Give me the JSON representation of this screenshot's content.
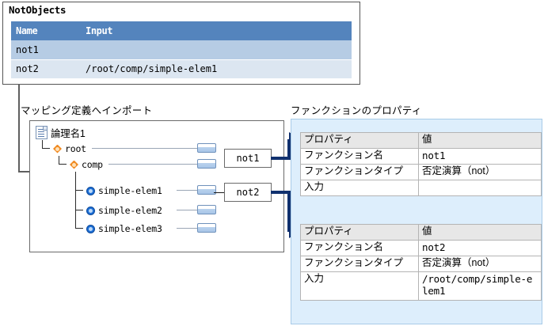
{
  "not_objects": {
    "title": "NotObjects",
    "columns": [
      "Name",
      "Input"
    ],
    "rows": [
      {
        "name": "not1",
        "input": ""
      },
      {
        "name": "not2",
        "input": "/root/comp/simple-elem1"
      }
    ]
  },
  "tree_section": {
    "caption": "マッピング定義へインポート",
    "root_label": "論理名1",
    "nodes": [
      {
        "label": "root",
        "icon": "orange-diamond-icon"
      },
      {
        "label": "comp",
        "icon": "orange-diamond-icon"
      },
      {
        "label": "simple-elem1",
        "icon": "blue-circle-icon"
      },
      {
        "label": "simple-elem2",
        "icon": "blue-circle-icon"
      },
      {
        "label": "simple-elem3",
        "icon": "blue-circle-icon"
      }
    ],
    "function_boxes": [
      "not1",
      "not2"
    ]
  },
  "properties_section": {
    "caption": "ファンクションのプロパティ",
    "tables": [
      {
        "header": {
          "key": "プロパティ",
          "value": "値"
        },
        "rows": [
          {
            "key": "ファンクション名",
            "value": "not1"
          },
          {
            "key": "ファンクションタイプ",
            "value": "否定演算（not）"
          },
          {
            "key": "入力",
            "value": ""
          }
        ]
      },
      {
        "header": {
          "key": "プロパティ",
          "value": "値"
        },
        "rows": [
          {
            "key": "ファンクション名",
            "value": "not2"
          },
          {
            "key": "ファンクションタイプ",
            "value": "否定演算（not）"
          },
          {
            "key": "入力",
            "value": "/root/comp/simple-elem1"
          }
        ]
      }
    ]
  },
  "colors": {
    "table_header_blue": "#5484bd",
    "row_band_1": "#b6cce4",
    "row_band_2": "#dce6f1",
    "panel_fill": "#ddeefc",
    "connector_navy": "#10306e",
    "node_orange": "#f08a22",
    "node_blue": "#1d6fd6"
  }
}
